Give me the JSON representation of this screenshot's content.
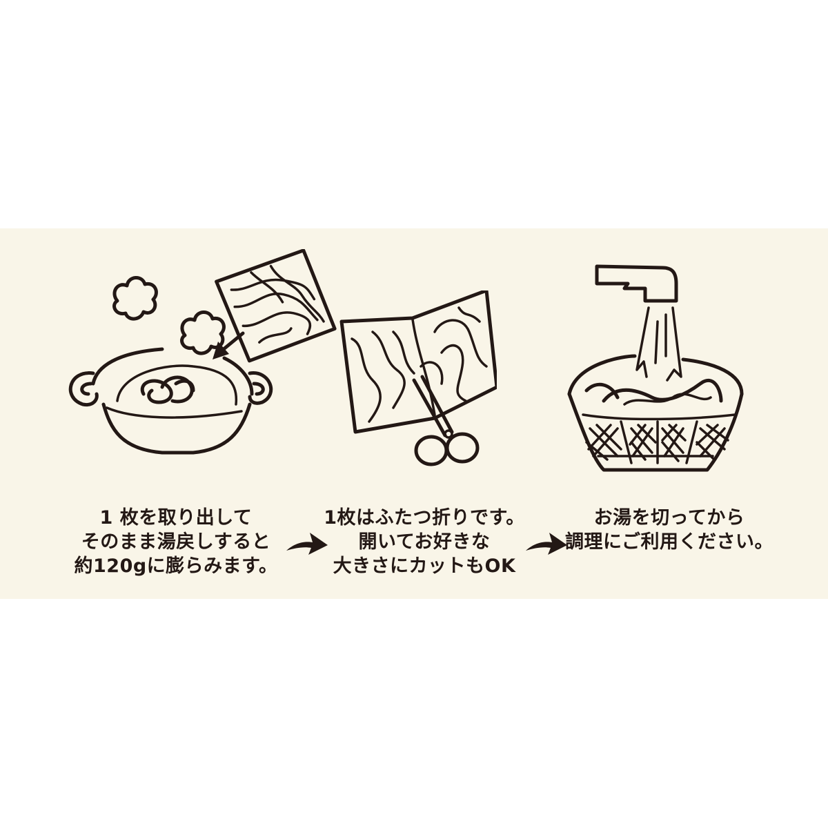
{
  "colors": {
    "panel_background": "#f9f5e8",
    "page_background": "#ffffff",
    "ink": "#231815"
  },
  "steps": [
    {
      "illustration": "pot-with-steam-and-noodle-block",
      "caption_lines": [
        "1 枚を取り出して",
        "そのまま湯戻しすると",
        "約120gに膨らみます。"
      ]
    },
    {
      "illustration": "scissors-cutting-noodle-sheet",
      "caption_lines": [
        "1枚はふたつ折りです。",
        "開いてお好きな",
        "大きさにカットもOK"
      ]
    },
    {
      "illustration": "faucet-over-colander-with-noodles",
      "caption_lines": [
        "お湯を切ってから",
        "調理にご利用ください。"
      ]
    }
  ],
  "arrows": [
    {
      "icon": "arrow-right-icon"
    },
    {
      "icon": "arrow-right-icon"
    }
  ]
}
